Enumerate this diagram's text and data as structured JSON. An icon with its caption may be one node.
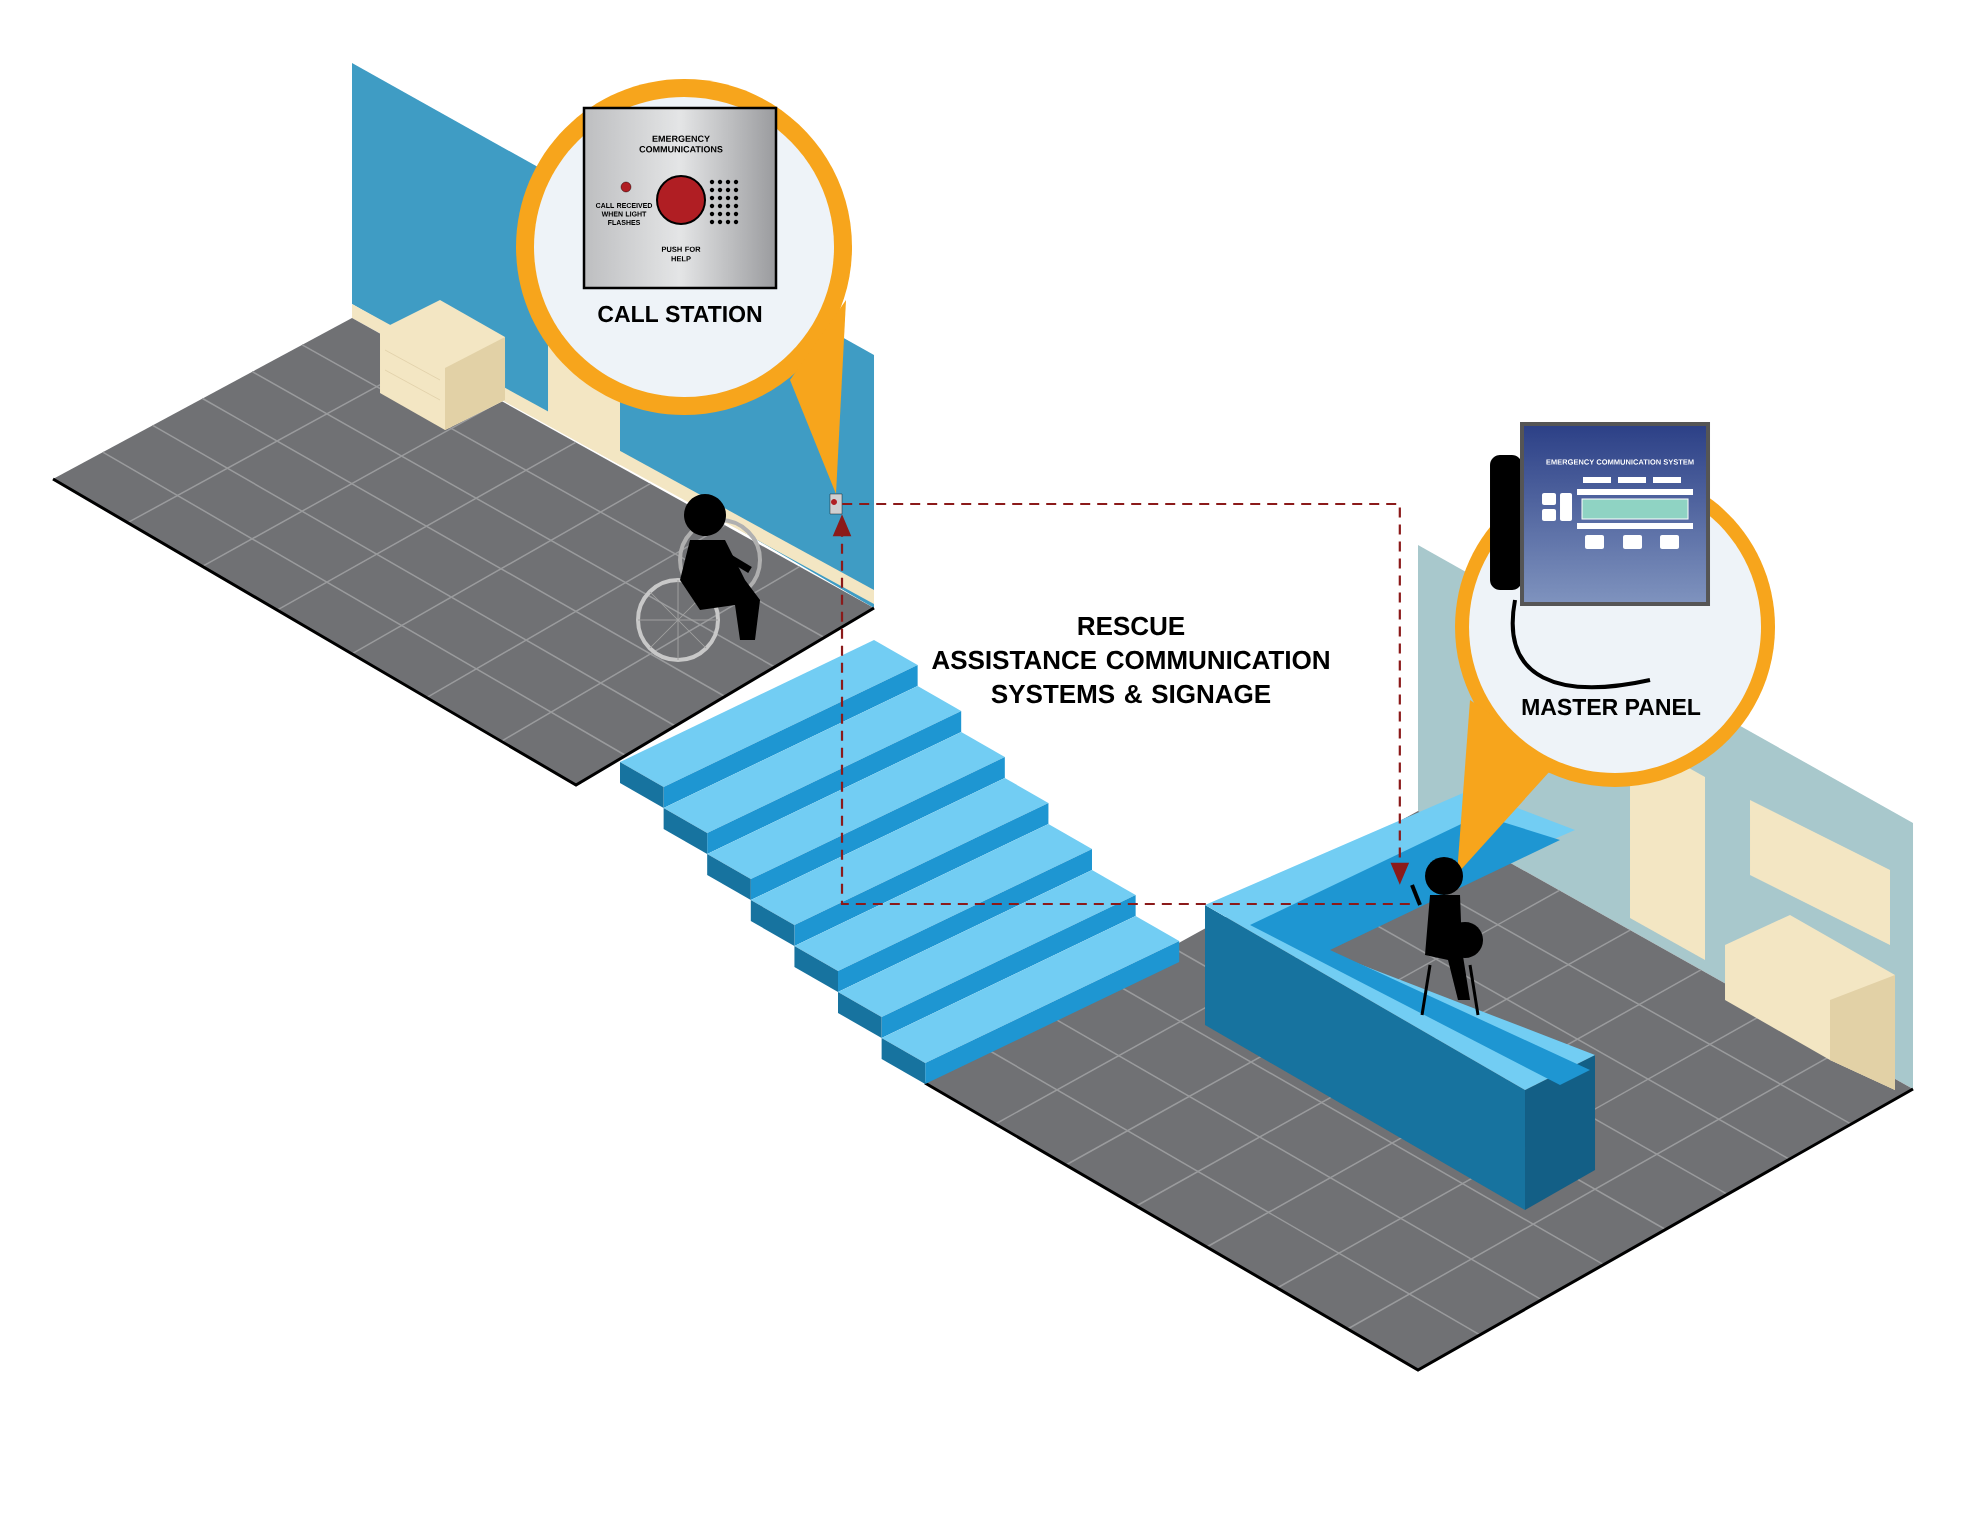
{
  "diagram": {
    "title": "RESCUE ASSISTANCE COMMUNICATION SYSTEMS & SIGNAGE",
    "nodes": [
      {
        "text": [
          "CALL STATION"
        ]
      },
      {
        "text": [
          "EMERGENCY COMMUNICATIONS",
          "CALL RECEIVED WHEN LIGHT FLASHES",
          "PUSH FOR HELP"
        ],
        "in": 0
      },
      {
        "text": [
          "MASTER PANEL"
        ]
      },
      {
        "text": [
          "EMERGENCY COMMUNICATION SYSTEM"
        ]
      },
      {
        "text": [],
        "shape": "box"
      },
      {
        "text": [],
        "shape": "person"
      }
    ],
    "edges": [
      {
        "from": 4,
        "to": 5,
        "arrow": "to",
        "style": "dashed",
        "color": "#8b1a1a"
      },
      {
        "from": 5,
        "to": 4,
        "arrow": "to",
        "style": "dashed",
        "color": "#8b1a1a"
      }
    ]
  }
}
